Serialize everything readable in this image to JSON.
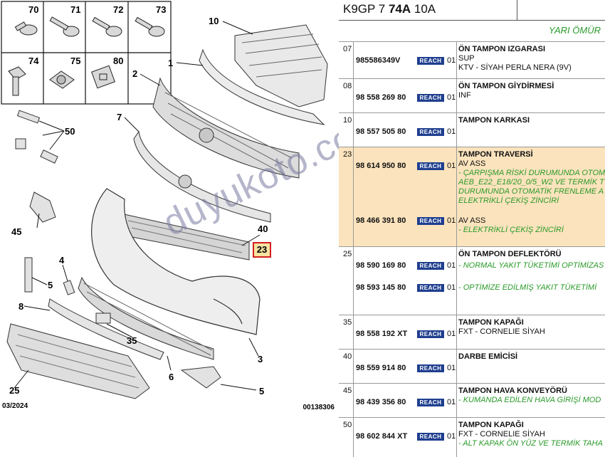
{
  "diagram": {
    "fastener_cells": [
      "70",
      "71",
      "72",
      "73",
      "74",
      "75",
      "80"
    ],
    "callouts": [
      "10",
      "1",
      "2",
      "7",
      "50",
      "45",
      "40",
      "23",
      "4",
      "5",
      "8",
      "35",
      "6",
      "3",
      "25",
      "5"
    ],
    "highlighted_callout": "23",
    "footer_date": "03/2024",
    "footer_ref": "00138306",
    "watermark": "duyukoto.com"
  },
  "header": {
    "code_prefix": "K9GP 7",
    "code_bold": "74A",
    "code_suffix": "10A",
    "life_label": "YARI ÖMÜR"
  },
  "rows": [
    {
      "ref": "07",
      "pn": "985586349V",
      "badge": "REACH",
      "qty": "01",
      "name": "ÖN TAMPON IZGARASI",
      "desc": [
        "SUP",
        "KTV - SİYAH PERLA NERA (9V)"
      ],
      "notes": []
    },
    {
      "ref": "08",
      "pn": "98 558 269 80",
      "badge": "REACH",
      "qty": "01",
      "name": "ÖN TAMPON GİYDİRMESİ",
      "desc": [
        "INF"
      ],
      "notes": []
    },
    {
      "ref": "10",
      "pn": "98 557 505 80",
      "badge": "REACH",
      "qty": "01",
      "name": "TAMPON KARKASI",
      "desc": [],
      "notes": []
    },
    {
      "ref": "23",
      "pn": "98 614 950 80",
      "badge": "REACH",
      "qty": "01",
      "name": "TAMPON TRAVERSİ",
      "desc": [
        "AV ASS"
      ],
      "notes": [
        "- ÇARPIŞMA RİSKİ DURUMUNDA OTOM",
        "AEB_E22_E18/20_0/5_W2 VE TERMİK T",
        "DURUMUNDA OTOMATİK FRENLEME A",
        "ELEKTRİKLİ ÇEKİŞ ZİNCİRİ"
      ]
    },
    {
      "ref": "",
      "pn": "98 466 391 80",
      "badge": "REACH",
      "qty": "01",
      "name": "",
      "desc": [
        "AV ASS"
      ],
      "notes": [
        "- ELEKTRİKLİ ÇEKİŞ ZİNCİRİ"
      ]
    },
    {
      "ref": "25",
      "pn": "98 590 169 80",
      "badge": "REACH",
      "qty": "01",
      "name": "ÖN TAMPON DEFLEKTÖRÜ",
      "desc": [],
      "notes": [
        "- NORMAL YAKIT TÜKETİMİ OPTİMİZAS"
      ]
    },
    {
      "ref": "",
      "pn": "98 593 145 80",
      "badge": "REACH",
      "qty": "01",
      "name": "",
      "desc": [],
      "notes": [
        "- OPTİMİZE EDİLMİŞ YAKIT TÜKETİMİ"
      ]
    },
    {
      "ref": "35",
      "pn": "98 558 192 XT",
      "badge": "REACH",
      "qty": "01",
      "name": "TAMPON KAPAĞI",
      "desc": [
        "FXT - CORNELIE SİYAH"
      ],
      "notes": []
    },
    {
      "ref": "40",
      "pn": "98 559 914 80",
      "badge": "REACH",
      "qty": "01",
      "name": "DARBE EMİCİSİ",
      "desc": [],
      "notes": []
    },
    {
      "ref": "45",
      "pn": "98 439 356 80",
      "badge": "REACH",
      "qty": "01",
      "name": "TAMPON HAVA KONVEYÖRÜ",
      "desc": [],
      "notes": [
        "- KUMANDA EDİLEN HAVA GİRİŞİ MOD"
      ]
    },
    {
      "ref": "50",
      "pn": "98 602 844 XT",
      "badge": "REACH",
      "qty": "01",
      "name": "TAMPON KAPAĞI",
      "desc": [
        "FXT - CORNELIE SİYAH"
      ],
      "notes": [
        "- ALT KAPAK ÖN YÜZ VE TERMİK TAHA"
      ]
    }
  ],
  "colors": {
    "highlight_row": "#fbe3bd",
    "reach_badge": "#1f3f8f",
    "note_green": "#2a9a2a",
    "callout_red": "#d21f1f"
  }
}
